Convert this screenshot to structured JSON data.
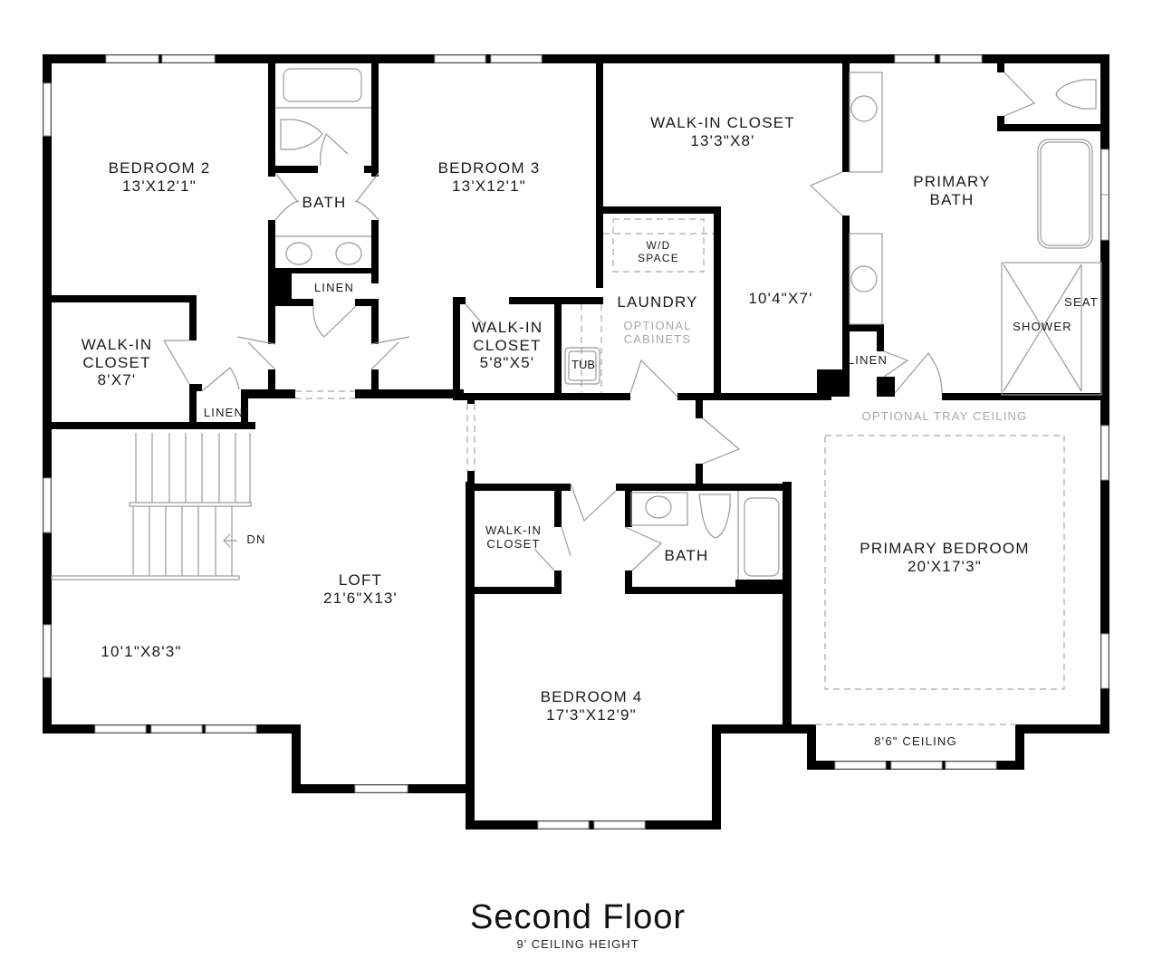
{
  "plan": {
    "title": "Second Floor",
    "subtitle": "9' CEILING HEIGHT"
  },
  "rooms": {
    "bedroom2": {
      "name": "BEDROOM 2",
      "size": "13'X12'1\""
    },
    "bath_shared": {
      "name": "BATH"
    },
    "linen_upper": {
      "name": "LINEN"
    },
    "walkin_b2": {
      "name1": "WALK-IN",
      "name2": "CLOSET",
      "size": "8'X7'"
    },
    "linen_lower": {
      "name": "LINEN"
    },
    "bedroom3": {
      "name": "BEDROOM 3",
      "size": "13'X12'1\""
    },
    "walkin_b3": {
      "name1": "WALK-IN",
      "name2": "CLOSET",
      "size": "5'8\"X5'"
    },
    "tub": {
      "name": "TUB"
    },
    "wd_space": {
      "line1": "W/D",
      "line2": "SPACE"
    },
    "laundry": {
      "name": "LAUNDRY",
      "note1": "OPTIONAL",
      "note2": "CABINETS"
    },
    "walkin_primary": {
      "name": "WALK-IN CLOSET",
      "size": "13'3\"X8'",
      "size2": "10'4\"X7'"
    },
    "primary_bath": {
      "name1": "PRIMARY",
      "name2": "BATH"
    },
    "shower": {
      "name": "SHOWER",
      "seat": "SEAT"
    },
    "linen_primary": {
      "name": "LINEN"
    },
    "tray_ceiling": {
      "note": "OPTIONAL TRAY CEILING"
    },
    "primary_bedroom": {
      "name": "PRIMARY BEDROOM",
      "size": "20'X17'3\""
    },
    "bay_ceiling": {
      "note": "8'6\" CEILING"
    },
    "loft": {
      "name": "LOFT",
      "size": "21'6\"X13'",
      "alcove_size": "10'1\"X8'3\""
    },
    "stairs": {
      "direction": "DN"
    },
    "walkin_b4": {
      "name1": "WALK-IN",
      "name2": "CLOSET"
    },
    "bath_b4": {
      "name": "BATH"
    },
    "bedroom4": {
      "name": "BEDROOM 4",
      "size": "17'3\"X12'9\""
    }
  }
}
